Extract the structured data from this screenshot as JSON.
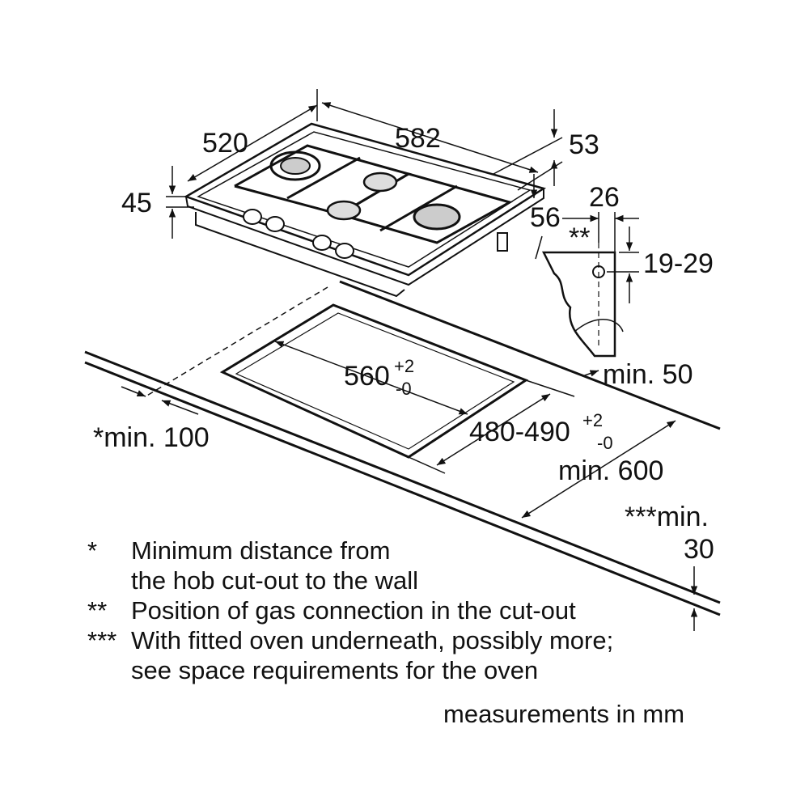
{
  "dimensions": {
    "depth": "520",
    "width": "582",
    "right_height": "53",
    "height": "45",
    "connector_offset": "56",
    "gas_horizontal": "26",
    "gas_vertical": "19-29",
    "gas_marker": "**",
    "cutout_width": "560",
    "cutout_width_tol_plus": "+2",
    "cutout_width_tol_minus": "-0",
    "cutout_depth": "480-490",
    "cutout_depth_tol_plus": "+2",
    "cutout_depth_tol_minus": "-0",
    "back_min": "min. 50",
    "wall_min": "*min. 100",
    "worktop_min": "min. 600",
    "thickness_min_label": "***min.",
    "thickness_min_value": "30"
  },
  "notes": [
    {
      "mark": "*",
      "lines": [
        "Minimum distance from",
        "the hob cut-out to the wall"
      ]
    },
    {
      "mark": "**",
      "lines": [
        "Position of gas connection in the cut-out"
      ]
    },
    {
      "mark": "***",
      "lines": [
        "With fitted oven underneath, possibly more;",
        "see space requirements for the oven"
      ]
    }
  ],
  "units_note": "measurements in mm"
}
